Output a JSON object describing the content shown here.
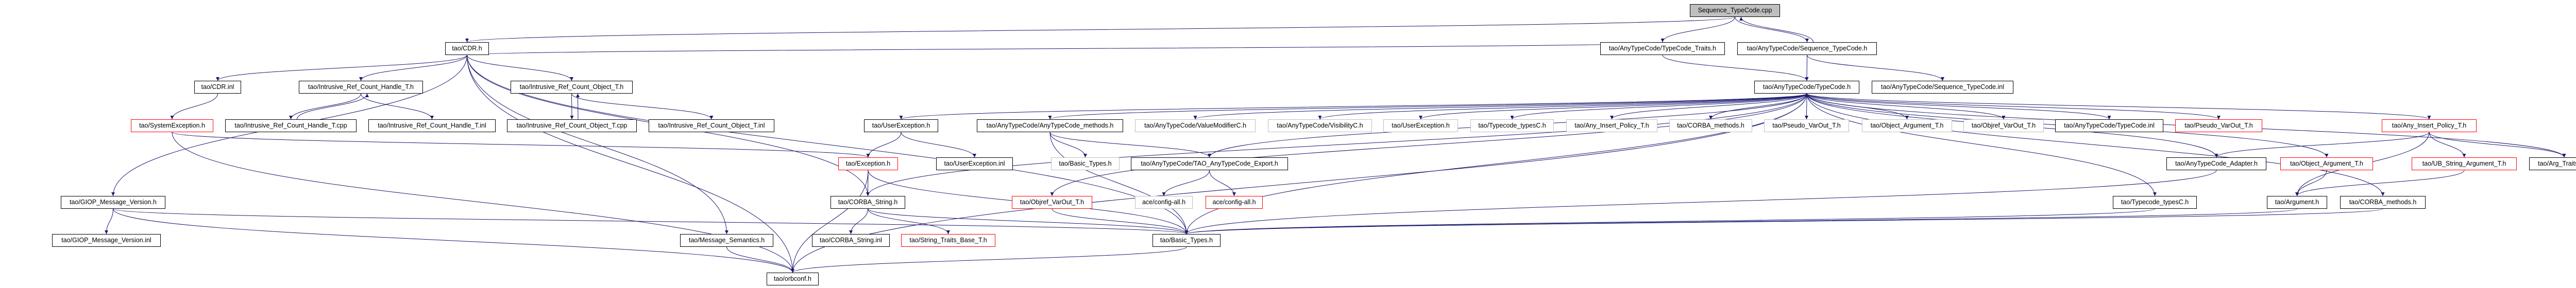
{
  "graph": {
    "title": "Sequence_TypeCode.cpp",
    "colors": {
      "edge": "#191970",
      "normal_border": "#000000",
      "missing_border": "#ff0000",
      "external_border": "#bfbfbf",
      "root_fill": "#bfbfbf"
    },
    "nodes": [
      {
        "id": "n0",
        "label": "Sequence_TypeCode.cpp",
        "style": "root"
      },
      {
        "id": "n1",
        "label": "tao/CDR.h",
        "style": "normal"
      },
      {
        "id": "n2",
        "label": "tao/AnyTypeCode/TypeCode_Traits.h",
        "style": "normal"
      },
      {
        "id": "n3",
        "label": "tao/AnyTypeCode/Sequence_TypeCode.h",
        "style": "normal"
      },
      {
        "id": "n4",
        "label": "tao/CDR.inl",
        "style": "normal"
      },
      {
        "id": "n5",
        "label": "tao/Intrusive_Ref_Count_Handle_T.h",
        "style": "normal"
      },
      {
        "id": "n6",
        "label": "tao/Intrusive_Ref_Count_Object_T.h",
        "style": "normal"
      },
      {
        "id": "n7",
        "label": "tao/AnyTypeCode/TypeCode.h",
        "style": "normal"
      },
      {
        "id": "n8",
        "label": "tao/AnyTypeCode/Sequence_TypeCode.inl",
        "style": "normal"
      },
      {
        "id": "n9",
        "label": "tao/SystemException.h",
        "style": "red"
      },
      {
        "id": "n10",
        "label": "tao/Intrusive_Ref_Count_Handle_T.cpp",
        "style": "normal"
      },
      {
        "id": "n11",
        "label": "tao/Intrusive_Ref_Count_Handle_T.inl",
        "style": "normal"
      },
      {
        "id": "n12",
        "label": "tao/Intrusive_Ref_Count_Object_T.cpp",
        "style": "normal"
      },
      {
        "id": "n13",
        "label": "tao/Intrusive_Ref_Count_Object_T.inl",
        "style": "normal"
      },
      {
        "id": "n14",
        "label": "tao/UserException.h",
        "style": "normal"
      },
      {
        "id": "n15",
        "label": "tao/AnyTypeCode/AnyTypeCode_methods.h",
        "style": "normal"
      },
      {
        "id": "n16",
        "label": "tao/AnyTypeCode/ValueModifierC.h",
        "style": "gray"
      },
      {
        "id": "n17",
        "label": "tao/AnyTypeCode/VisibilityC.h",
        "style": "gray"
      },
      {
        "id": "n18",
        "label": "tao/UserException.h",
        "style": "gray"
      },
      {
        "id": "n19",
        "label": "tao/Typecode_typesC.h",
        "style": "gray"
      },
      {
        "id": "n20",
        "label": "tao/Any_Insert_Policy_T.h",
        "style": "gray"
      },
      {
        "id": "n21",
        "label": "tao/CORBA_methods.h",
        "style": "gray"
      },
      {
        "id": "n22",
        "label": "tao/Pseudo_VarOut_T.h",
        "style": "gray"
      },
      {
        "id": "n23",
        "label": "tao/Object_Argument_T.h",
        "style": "gray"
      },
      {
        "id": "n24",
        "label": "tao/Objref_VarOut_T.h",
        "style": "gray"
      },
      {
        "id": "n25",
        "label": "tao/AnyTypeCode/TypeCode.inl",
        "style": "normal"
      },
      {
        "id": "n26",
        "label": "tao/Pseudo_VarOut_T.h",
        "style": "red"
      },
      {
        "id": "n27",
        "label": "tao/Any_Insert_Policy_T.h",
        "style": "red"
      },
      {
        "id": "n28",
        "label": "tao/Exception.h",
        "style": "red"
      },
      {
        "id": "n29",
        "label": "tao/UserException.inl",
        "style": "normal"
      },
      {
        "id": "n30",
        "label": "tao/Basic_Types.h",
        "style": "gray"
      },
      {
        "id": "n31",
        "label": "tao/AnyTypeCode/TAO_AnyTypeCode_Export.h",
        "style": "normal"
      },
      {
        "id": "n32",
        "label": "tao/AnyTypeCode_Adapter.h",
        "style": "normal"
      },
      {
        "id": "n33",
        "label": "tao/Object_Argument_T.h",
        "style": "red"
      },
      {
        "id": "n34",
        "label": "tao/UB_String_Argument_T.h",
        "style": "red"
      },
      {
        "id": "n35",
        "label": "tao/Arg_Traits_T.h",
        "style": "normal"
      },
      {
        "id": "n36",
        "label": "tao/GIOP_Message_Version.h",
        "style": "normal"
      },
      {
        "id": "n37",
        "label": "tao/CORBA_String.h",
        "style": "normal"
      },
      {
        "id": "n38",
        "label": "tao/Objref_VarOut_T.h",
        "style": "red"
      },
      {
        "id": "n39",
        "label": "ace/config-all.h",
        "style": "gray"
      },
      {
        "id": "n40",
        "label": "ace/config-all.h",
        "style": "red"
      },
      {
        "id": "n41",
        "label": "tao/Typecode_typesC.h",
        "style": "normal"
      },
      {
        "id": "n42",
        "label": "tao/Argument.h",
        "style": "normal"
      },
      {
        "id": "n43",
        "label": "tao/CORBA_methods.h",
        "style": "normal"
      },
      {
        "id": "n44",
        "label": "tao/GIOP_Message_Version.inl",
        "style": "normal"
      },
      {
        "id": "n45",
        "label": "tao/Message_Semantics.h",
        "style": "normal"
      },
      {
        "id": "n46",
        "label": "tao/CORBA_String.inl",
        "style": "normal"
      },
      {
        "id": "n47",
        "label": "tao/String_Traits_Base_T.h",
        "style": "red"
      },
      {
        "id": "n48",
        "label": "tao/Basic_Types.h",
        "style": "normal"
      },
      {
        "id": "n49",
        "label": "tao/orbconf.h",
        "style": "normal"
      }
    ],
    "edges": [
      [
        "n0",
        "n1"
      ],
      [
        "n0",
        "n2"
      ],
      [
        "n0",
        "n3"
      ],
      [
        "n3",
        "n0"
      ],
      [
        "n3",
        "n7"
      ],
      [
        "n3",
        "n8"
      ],
      [
        "n2",
        "n1"
      ],
      [
        "n2",
        "n7"
      ],
      [
        "n1",
        "n4"
      ],
      [
        "n1",
        "n5"
      ],
      [
        "n1",
        "n6"
      ],
      [
        "n1",
        "n36"
      ],
      [
        "n1",
        "n45"
      ],
      [
        "n1",
        "n48"
      ],
      [
        "n1",
        "n49"
      ],
      [
        "n1",
        "n37"
      ],
      [
        "n4",
        "n9"
      ],
      [
        "n5",
        "n10"
      ],
      [
        "n10",
        "n5"
      ],
      [
        "n5",
        "n11"
      ],
      [
        "n6",
        "n12"
      ],
      [
        "n12",
        "n6"
      ],
      [
        "n6",
        "n13"
      ],
      [
        "n9",
        "n28"
      ],
      [
        "n9",
        "n49"
      ],
      [
        "n36",
        "n44"
      ],
      [
        "n36",
        "n48"
      ],
      [
        "n36",
        "n49"
      ],
      [
        "n45",
        "n49"
      ],
      [
        "n28",
        "n37"
      ],
      [
        "n28",
        "n48"
      ],
      [
        "n28",
        "n49"
      ],
      [
        "n37",
        "n46"
      ],
      [
        "n37",
        "n47"
      ],
      [
        "n37",
        "n48"
      ],
      [
        "n14",
        "n28"
      ],
      [
        "n14",
        "n29"
      ],
      [
        "n7",
        "n14"
      ],
      [
        "n7",
        "n15"
      ],
      [
        "n7",
        "n16"
      ],
      [
        "n7",
        "n17"
      ],
      [
        "n7",
        "n18"
      ],
      [
        "n7",
        "n19"
      ],
      [
        "n7",
        "n20"
      ],
      [
        "n7",
        "n21"
      ],
      [
        "n7",
        "n22"
      ],
      [
        "n7",
        "n23"
      ],
      [
        "n7",
        "n24"
      ],
      [
        "n7",
        "n25"
      ],
      [
        "n7",
        "n26"
      ],
      [
        "n7",
        "n27"
      ],
      [
        "n7",
        "n35"
      ],
      [
        "n7",
        "n43"
      ],
      [
        "n7",
        "n33"
      ],
      [
        "n7",
        "n32"
      ],
      [
        "n7",
        "n41"
      ],
      [
        "n7",
        "n38"
      ],
      [
        "n7",
        "n37"
      ],
      [
        "n7",
        "n48"
      ],
      [
        "n7",
        "n31"
      ],
      [
        "n7",
        "n49"
      ],
      [
        "n15",
        "n30"
      ],
      [
        "n15",
        "n31"
      ],
      [
        "n15",
        "n48"
      ],
      [
        "n31",
        "n39"
      ],
      [
        "n31",
        "n40"
      ],
      [
        "n38",
        "n48"
      ],
      [
        "n27",
        "n32"
      ],
      [
        "n27",
        "n42"
      ],
      [
        "n27",
        "n34"
      ],
      [
        "n27",
        "n35"
      ],
      [
        "n33",
        "n42"
      ],
      [
        "n34",
        "n42"
      ],
      [
        "n42",
        "n48"
      ],
      [
        "n43",
        "n48"
      ],
      [
        "n32",
        "n48"
      ],
      [
        "n41",
        "n48"
      ],
      [
        "n48",
        "n49"
      ]
    ]
  }
}
